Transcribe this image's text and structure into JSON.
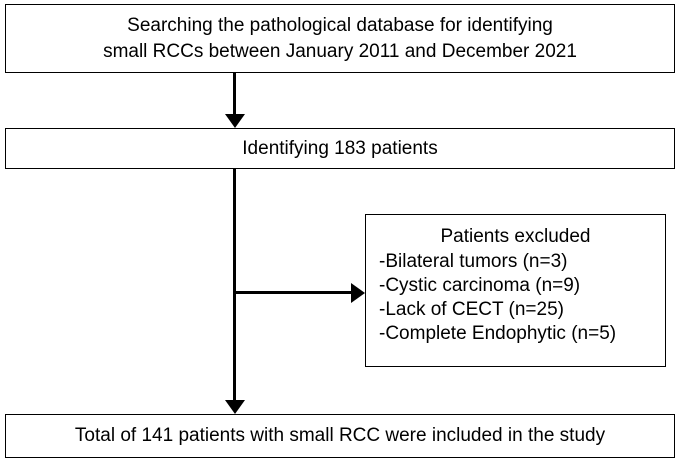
{
  "flow": {
    "search": {
      "line1": "Searching the pathological database for identifying",
      "line2": "small RCCs between January 2011 and December 2021"
    },
    "identify": {
      "text": "Identifying 183 patients"
    },
    "excluded": {
      "title": "Patients excluded",
      "items": [
        "-Bilateral tumors (n=3)",
        "-Cystic carcinoma (n=9)",
        "-Lack of CECT (n=25)",
        "-Complete Endophytic (n=5)"
      ]
    },
    "total": {
      "text": "Total of 141 patients with small RCC were included in the study"
    }
  }
}
